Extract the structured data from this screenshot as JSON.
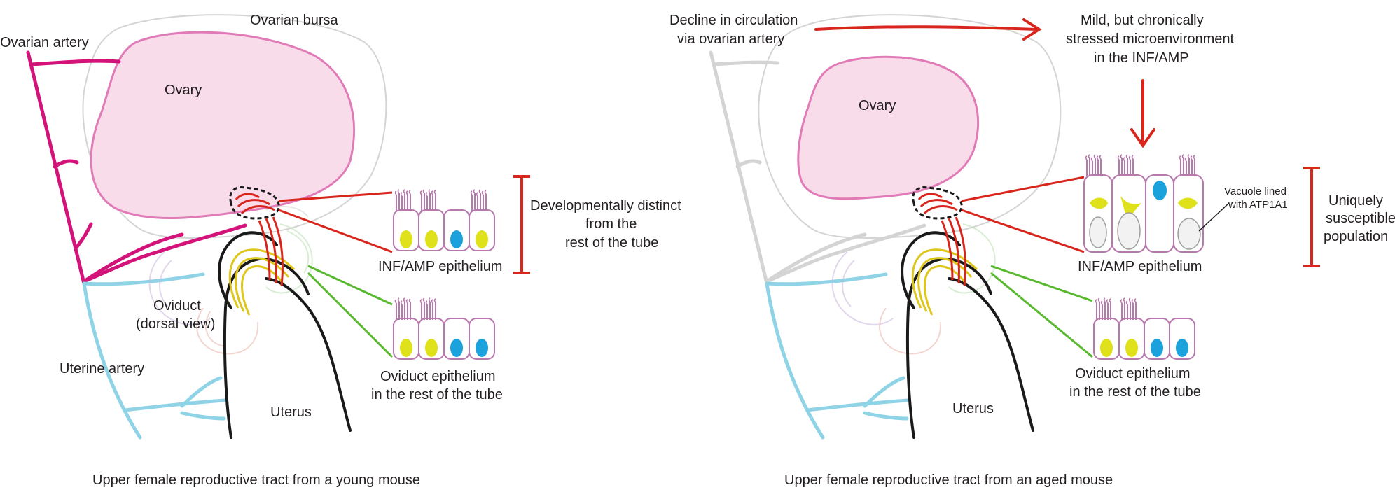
{
  "left_panel": {
    "caption": "Upper female reproductive tract from a young mouse",
    "labels": {
      "ovarian_bursa": "Ovarian bursa",
      "ovarian_artery": "Ovarian artery",
      "ovary": "Ovary",
      "oviduct_line1": "Oviduct",
      "oviduct_line2": "(dorsal view)",
      "uterine_artery": "Uterine artery",
      "uterus": "Uterus",
      "inf_amp_epithelium": "INF/AMP epithelium",
      "oviduct_epithelium_line1": "Oviduct epithelium",
      "oviduct_epithelium_line2": "in the rest of the tube",
      "dev_line1": "Developmentally distinct",
      "dev_line2": "from the",
      "dev_line3": "rest of the tube"
    }
  },
  "right_panel": {
    "caption": "Upper female reproductive tract from an aged mouse",
    "labels": {
      "decline_line1": "Decline in circulation",
      "decline_line2": "via ovarian artery",
      "mild_line1": "Mild, but chronically",
      "mild_line2": "stressed microenvironment",
      "mild_line3": "in the INF/AMP",
      "ovary": "Ovary",
      "uterus": "Uterus",
      "inf_amp_epithelium": "INF/AMP epithelium",
      "oviduct_epithelium_line1": "Oviduct epithelium",
      "oviduct_epithelium_line2": "in the rest of the tube",
      "vacuole_line1": "Vacuole lined",
      "vacuole_line2": "with ATP1A1",
      "uniq_line1": "Uniquely",
      "uniq_line2": "susceptible",
      "uniq_line3": "population"
    }
  },
  "colors": {
    "ovary_fill": "#f9dcea",
    "ovary_stroke": "#e17bb7",
    "artery_young": "#d3137a",
    "artery_aged": "#d4d4d4",
    "uterine_artery": "#8fd3e6",
    "infundibulum_red": "#d9261c",
    "yellow_nucleus": "#dfe11a",
    "blue_nucleus": "#1ba1dc",
    "cilia": "#b678ad",
    "green_line": "#58b92f",
    "bracket_red": "#d9261c"
  }
}
